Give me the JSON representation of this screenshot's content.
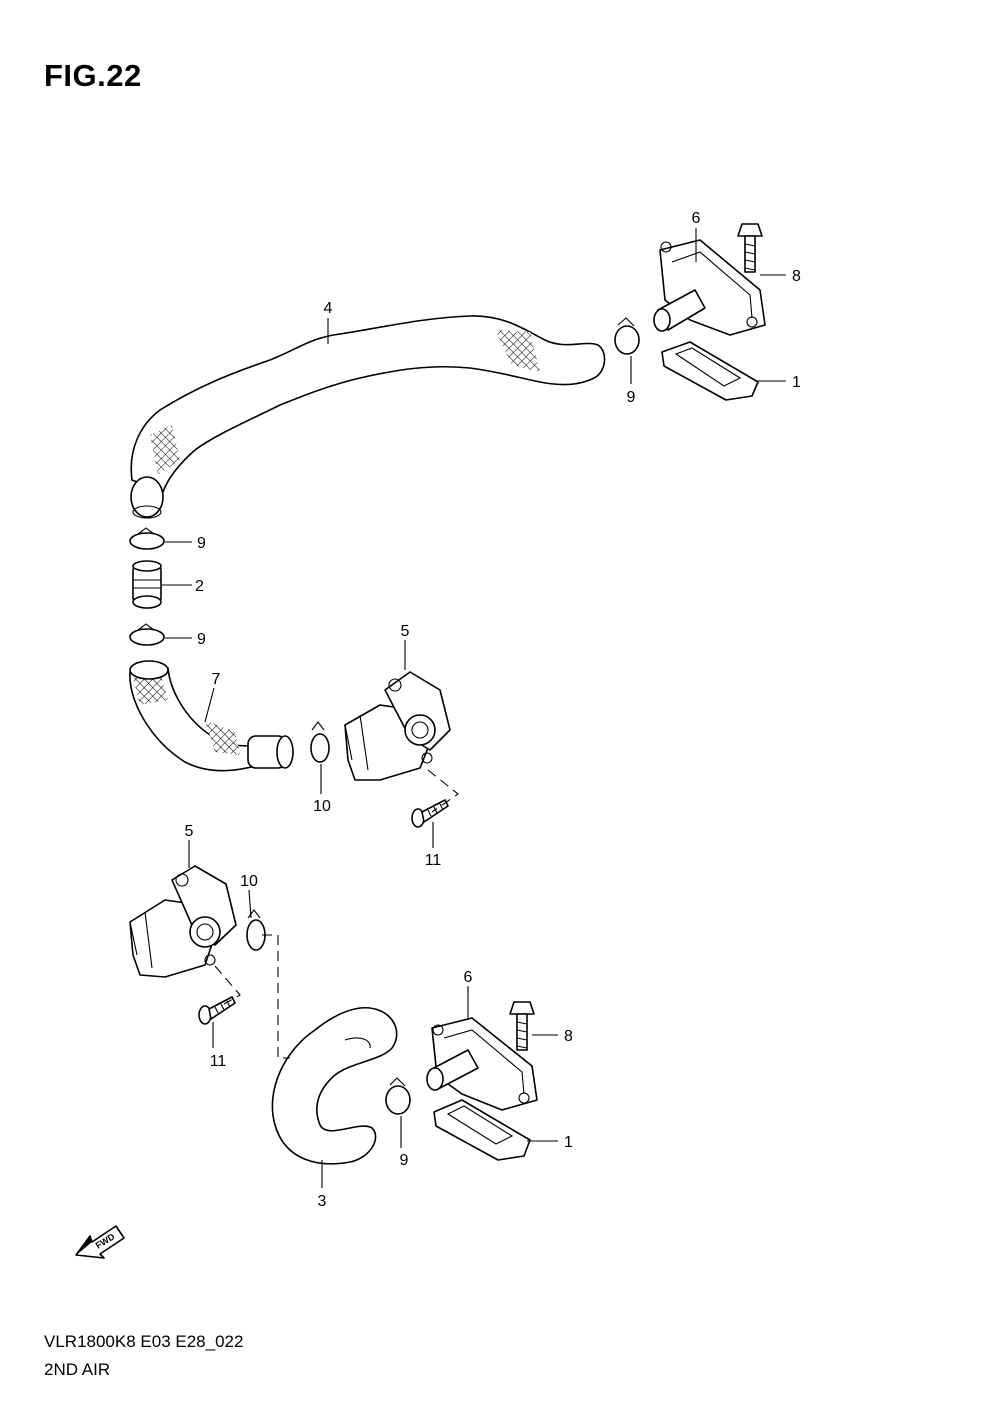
{
  "header": {
    "figure_label": "FIG.22"
  },
  "footer": {
    "model_code": "VLR1800K8 E03 E28_022",
    "section_title": "2ND AIR"
  },
  "fwd_arrow": {
    "label": "FWD"
  },
  "callouts": [
    {
      "id": "c6a",
      "text": "6"
    },
    {
      "id": "c8a",
      "text": "8"
    },
    {
      "id": "c4",
      "text": "4"
    },
    {
      "id": "c1a",
      "text": "1"
    },
    {
      "id": "c9a",
      "text": "9"
    },
    {
      "id": "c9b",
      "text": "9"
    },
    {
      "id": "c2",
      "text": "2"
    },
    {
      "id": "c9c",
      "text": "9"
    },
    {
      "id": "c5a",
      "text": "5"
    },
    {
      "id": "c7",
      "text": "7"
    },
    {
      "id": "c10a",
      "text": "10"
    },
    {
      "id": "c11a",
      "text": "11"
    },
    {
      "id": "c5b",
      "text": "5"
    },
    {
      "id": "c10b",
      "text": "10"
    },
    {
      "id": "c6b",
      "text": "6"
    },
    {
      "id": "c8b",
      "text": "8"
    },
    {
      "id": "c11b",
      "text": "11"
    },
    {
      "id": "c9d",
      "text": "9"
    },
    {
      "id": "c1b",
      "text": "1"
    },
    {
      "id": "c3",
      "text": "3"
    }
  ]
}
